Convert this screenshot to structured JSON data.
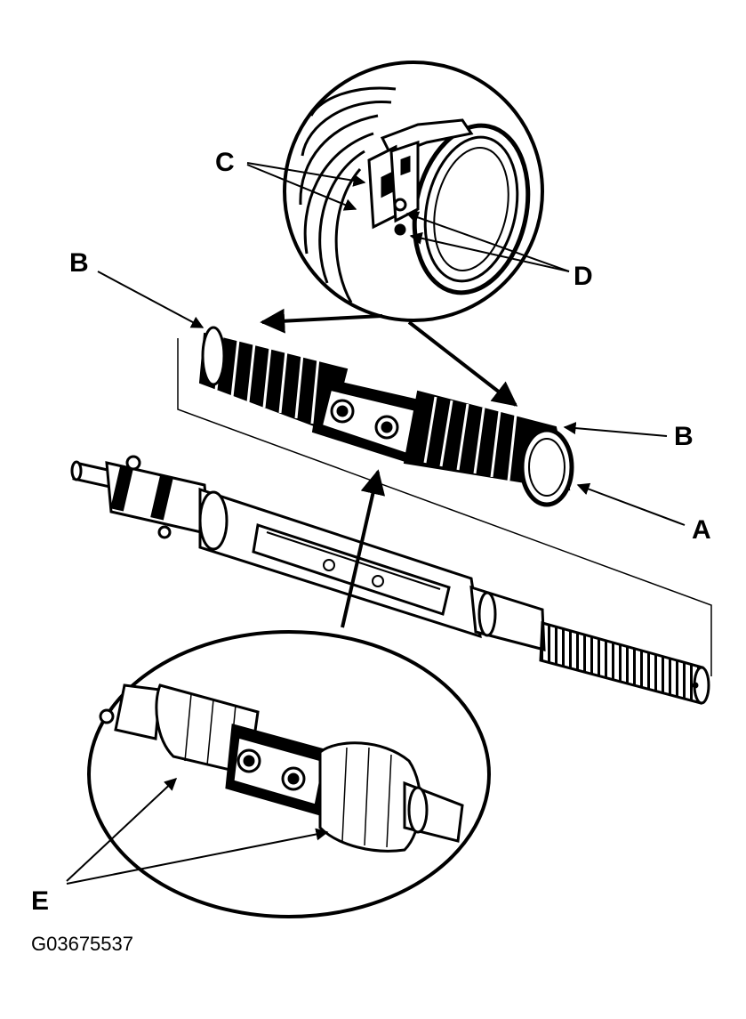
{
  "diagram": {
    "callouts": {
      "a": "A",
      "b_left": "B",
      "b_right": "B",
      "c": "C",
      "d": "D",
      "e": "E"
    },
    "figure_code": "G03675537"
  }
}
